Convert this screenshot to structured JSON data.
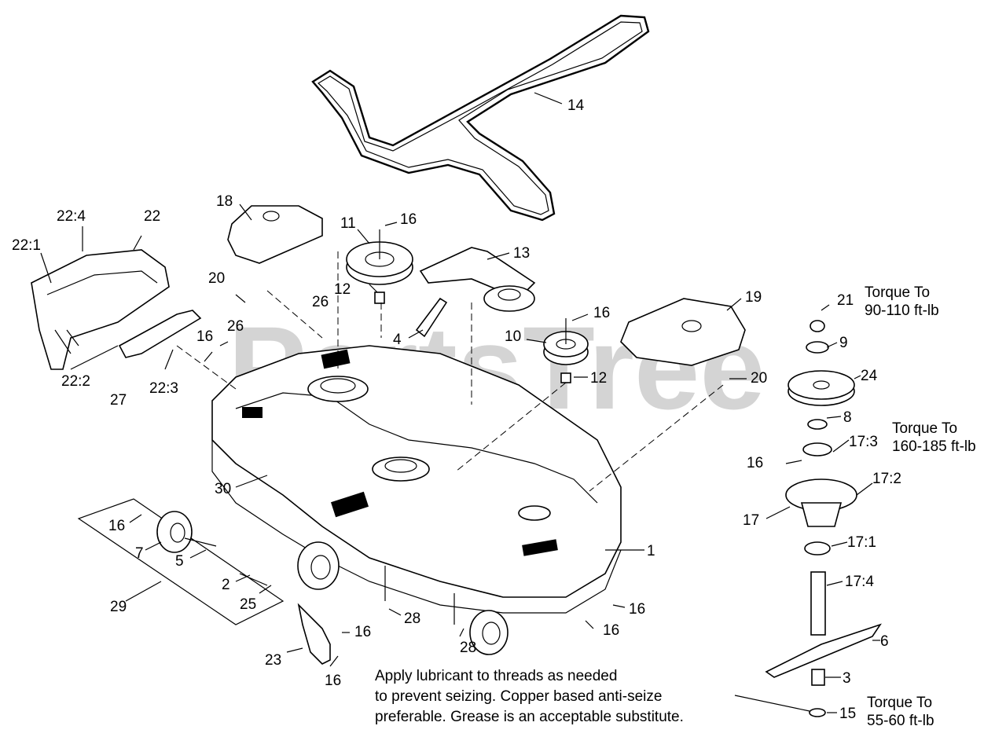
{
  "watermark": "PartsTree",
  "callouts": {
    "c1": "1",
    "c2": "2",
    "c3": "3",
    "c4": "4",
    "c5": "5",
    "c6": "6",
    "c7": "7",
    "c8": "8",
    "c9": "9",
    "c10": "10",
    "c11": "11",
    "c12a": "12",
    "c12b": "12",
    "c13": "13",
    "c14": "14",
    "c15": "15",
    "c16_11": "16",
    "c16_10": "16",
    "c16_left": "16",
    "c16_wheel": "16",
    "c16_spindle": "16",
    "c16_br1": "16",
    "c16_br2": "16",
    "c16_skid": "16",
    "c16_skidb": "16",
    "c17": "17",
    "c17_1": "17:1",
    "c17_2": "17:2",
    "c17_3": "17:3",
    "c17_4": "17:4",
    "c18": "18",
    "c19": "19",
    "c20a": "20",
    "c20b": "20",
    "c21": "21",
    "c22": "22",
    "c22_1": "22:1",
    "c22_2": "22:2",
    "c22_3": "22:3",
    "c22_4": "22:4",
    "c23": "23",
    "c24": "24",
    "c25": "25",
    "c26a": "26",
    "c26b": "26",
    "c27": "27",
    "c28a": "28",
    "c28b": "28",
    "c29": "29",
    "c30": "30"
  },
  "torque": {
    "t21_line1": "Torque To",
    "t21_line2": "90-110 ft-lb",
    "t17_line1": "Torque To",
    "t17_line2": "160-185 ft-lb",
    "t15_line1": "Torque To",
    "t15_line2": "55-60 ft-lb"
  },
  "note": {
    "line1": "Apply lubricant to threads as needed",
    "line2": "to prevent seizing. Copper based anti-seize",
    "line3": "preferable. Grease is an acceptable substitute."
  }
}
